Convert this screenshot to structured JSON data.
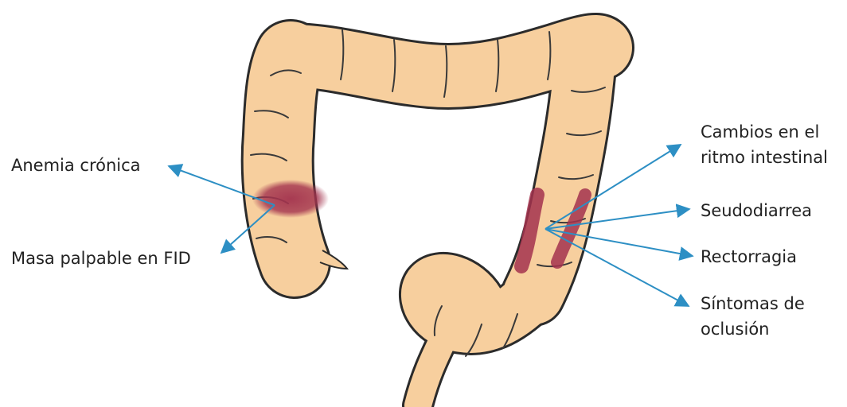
{
  "colors": {
    "colon_fill": "#f7cf9e",
    "colon_outline": "#2b2b2b",
    "tumor": "#a3334e",
    "arrow": "#2d8fc4",
    "text": "#222222"
  },
  "labels": {
    "left": [
      {
        "lines": [
          "Anemia crónica"
        ]
      },
      {
        "lines": [
          "Masa palpable en FID"
        ]
      }
    ],
    "right": [
      {
        "lines": [
          "Cambios en el",
          "ritmo intestinal"
        ]
      },
      {
        "lines": [
          "Seudodiarrea"
        ]
      },
      {
        "lines": [
          "Rectorragia"
        ]
      },
      {
        "lines": [
          "Síntomas de",
          "oclusión"
        ]
      }
    ]
  }
}
